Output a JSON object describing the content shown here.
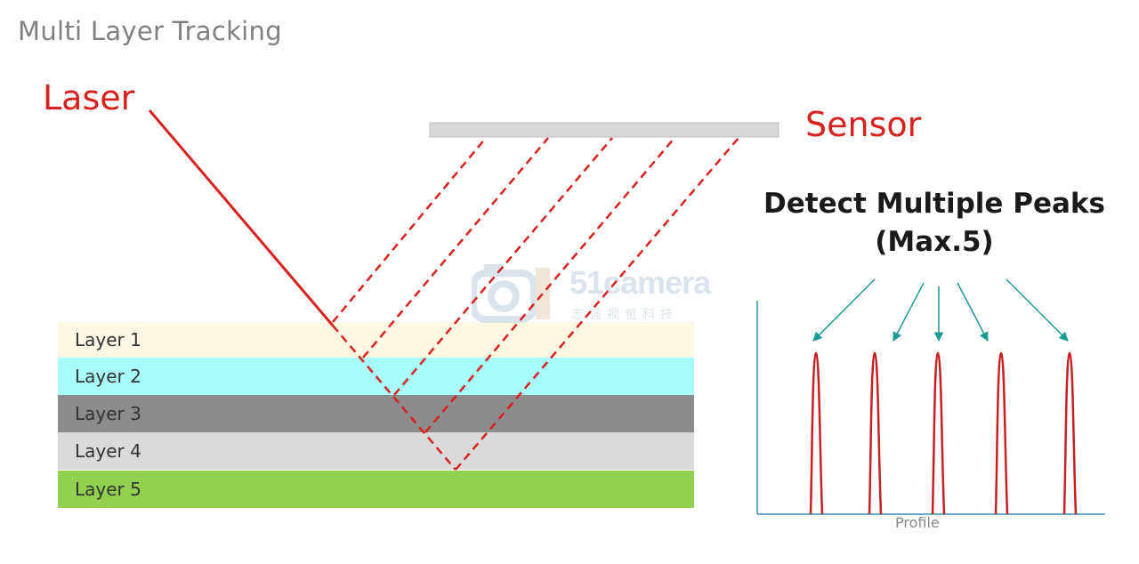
{
  "title": "Multi Layer Tracking",
  "laser_label": "Laser",
  "sensor_label": "Sensor",
  "peaks_title_line1": "Detect Multiple Peaks",
  "peaks_title_line2": "(Max.5)",
  "profile_label": "Profile",
  "layers": [
    {
      "label": "Layer 1",
      "color": "#fcf8e3"
    },
    {
      "label": "Layer 2",
      "color": "#a8fcfc"
    },
    {
      "label": "Layer 3",
      "color": "#8c8c8c"
    },
    {
      "label": "Layer 4",
      "color": "#dadada"
    },
    {
      "label": "Layer 5",
      "color": "#92d050"
    }
  ],
  "watermark": {
    "text": "51camera",
    "subtext": "志强视觉科技"
  },
  "colors": {
    "laser": "#d8211f",
    "arrow": "#1a9b95",
    "sensor_bar": "#d9d9d9",
    "axis": "#3a8fb5"
  }
}
